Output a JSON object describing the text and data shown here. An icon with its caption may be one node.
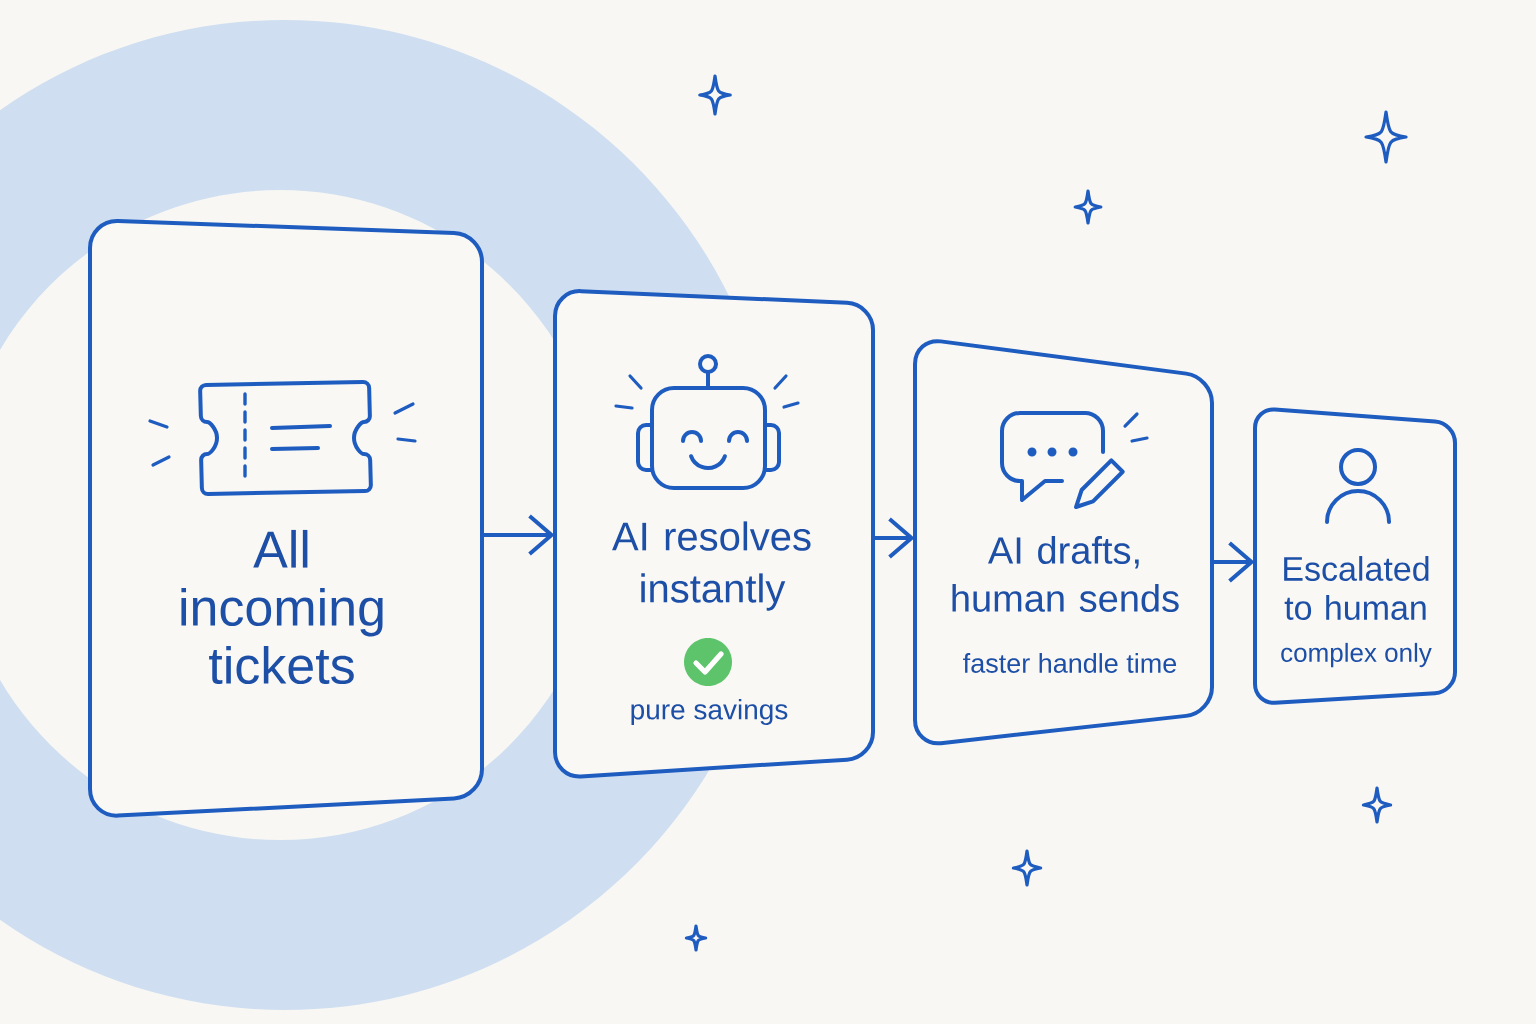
{
  "diagram": {
    "nodes": [
      {
        "text": [
          "All incoming tickets"
        ]
      },
      {
        "text": [
          "AI resolves instantly",
          "pure savings"
        ]
      },
      {
        "text": [
          "AI drafts, human sends",
          "faster handle time"
        ]
      },
      {
        "text": [
          "Escalated to human",
          "complex only"
        ]
      }
    ],
    "edges": [
      {
        "from": 0,
        "to": 1,
        "arrow": "to"
      },
      {
        "from": 1,
        "to": 2,
        "arrow": "to"
      },
      {
        "from": 2,
        "to": 3,
        "arrow": "to"
      }
    ]
  }
}
